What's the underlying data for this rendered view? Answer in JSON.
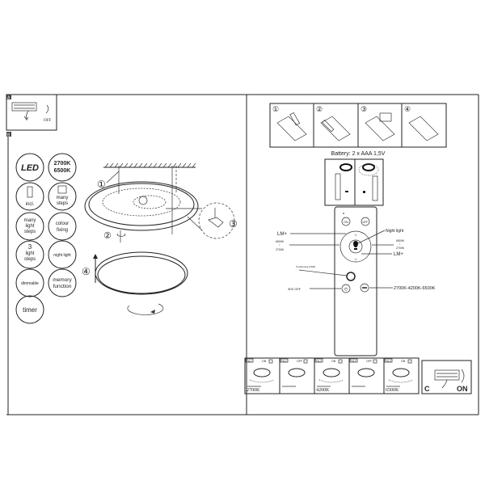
{
  "section_labels": {
    "a": "A",
    "b": "B"
  },
  "switch_box": {
    "off_label": "OFF"
  },
  "feature_icons": [
    {
      "line1": "LED",
      "line2": ""
    },
    {
      "line1": "2700K",
      "line2": "6500K"
    },
    {
      "line1": "incl.",
      "line2": ""
    },
    {
      "line1": "many",
      "line2": "steps"
    },
    {
      "line1": "many",
      "line2": "light",
      "line3": "steps"
    },
    {
      "line1": "colour",
      "line2": "fixing"
    },
    {
      "line1": "3",
      "line2": "light",
      "line3": "steps"
    },
    {
      "line1": "night light",
      "line2": ""
    },
    {
      "line1": "dimmable",
      "line2": ""
    },
    {
      "line1": "memory",
      "line2": "function"
    },
    {
      "line1": "timer",
      "line2": ""
    }
  ],
  "install_steps": [
    "①",
    "②",
    "③",
    "④"
  ],
  "battery_steps": [
    "①",
    "②",
    "③",
    "④"
  ],
  "battery_label": "Battery: 2 x AAA 1,5V",
  "remote": {
    "on": "ON",
    "off": "OFF",
    "lm_top": "LM+",
    "lm_bottom": "LM+",
    "night_light": "Night light",
    "left_cct_top": "6500K",
    "left_cct_bottom": "2700K",
    "right_cct_top": "6500K",
    "right_cct_bottom": "2700K",
    "small_label": "Tundimming 2700K",
    "timer_label": "30S OFF",
    "cycle_label": "2700K-4200K-6500K"
  },
  "fig_strip": [
    {
      "fig": "Fig.1",
      "state": "ON",
      "cct": "2700K"
    },
    {
      "fig": "Fig.2",
      "state": "OFF",
      "cct": ""
    },
    {
      "fig": "Fig.3",
      "state": "ON",
      "cct": "4200K"
    },
    {
      "fig": "Fig.4",
      "state": "OFF",
      "cct": ""
    },
    {
      "fig": "Fig.5",
      "state": "ON",
      "cct": "6500K"
    }
  ],
  "switch_box_c": {
    "c_label": "C",
    "on_label": "ON"
  }
}
